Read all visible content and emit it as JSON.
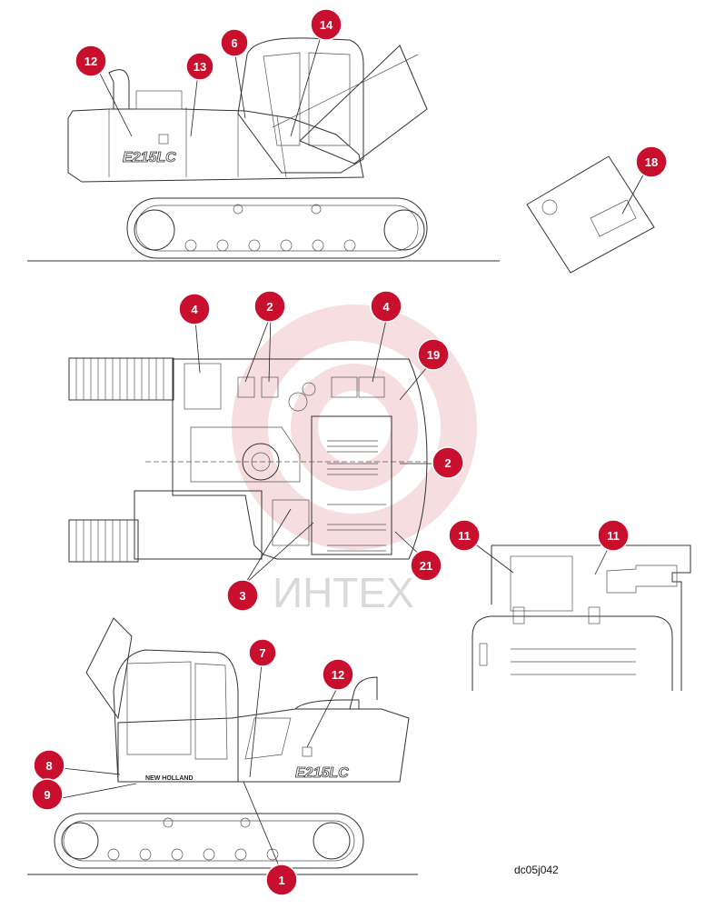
{
  "figure_code": "dc05j042",
  "watermark": "ИНТЕХ",
  "model_badge": "E215LC",
  "brand_plate": "NEW HOLLAND",
  "callouts": [
    "12",
    "13",
    "6",
    "14",
    "18",
    "4",
    "2",
    "4",
    "19",
    "2",
    "21",
    "3",
    "11",
    "11",
    "7",
    "12",
    "8",
    "9",
    "1"
  ],
  "colors": {
    "callout": "#c8102e",
    "watermark": "#e8b4b8"
  }
}
